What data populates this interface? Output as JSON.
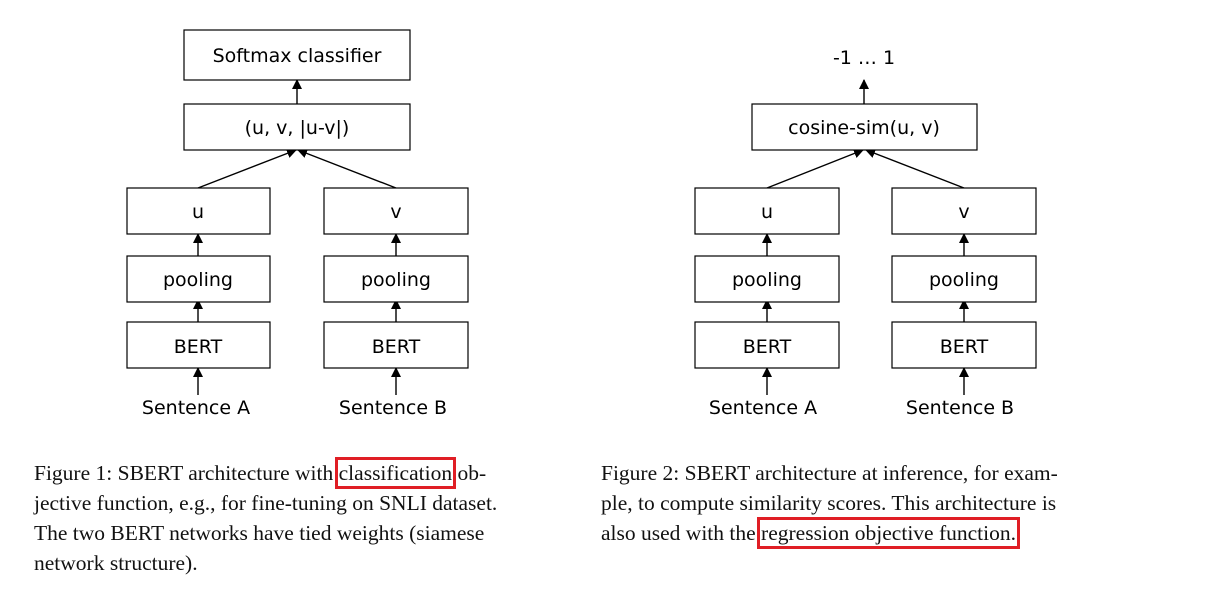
{
  "figure1": {
    "nodes": {
      "softmax": "Softmax classifier",
      "concat": "(u, v, |u-v|)",
      "u": "u",
      "v": "v",
      "pooling_a": "pooling",
      "pooling_b": "pooling",
      "bert_a": "BERT",
      "bert_b": "BERT"
    },
    "inputs": {
      "a": "Sentence A",
      "b": "Sentence B"
    },
    "caption": {
      "line1_pre": "Figure 1:  SBERT architecture with ",
      "line1_highlight": "classification",
      "line1_post": " ob-",
      "line2": "jective function, e.g., for fine-tuning on SNLI dataset.",
      "line3": "The two BERT networks have tied weights (siamese",
      "line4": "network structure)."
    }
  },
  "figure2": {
    "output": "-1 … 1",
    "nodes": {
      "cosine": "cosine-sim(u, v)",
      "u": "u",
      "v": "v",
      "pooling_a": "pooling",
      "pooling_b": "pooling",
      "bert_a": "BERT",
      "bert_b": "BERT"
    },
    "inputs": {
      "a": "Sentence A",
      "b": "Sentence B"
    },
    "caption": {
      "line1": "Figure 2:  SBERT architecture at inference, for exam-",
      "line2": "ple, to compute similarity scores.  This architecture is",
      "line3_pre": "also used with the ",
      "line3_highlight": "regression objective function."
    }
  },
  "colors": {
    "highlight": "#e01e25",
    "stroke": "#000000",
    "text": "#111111"
  }
}
